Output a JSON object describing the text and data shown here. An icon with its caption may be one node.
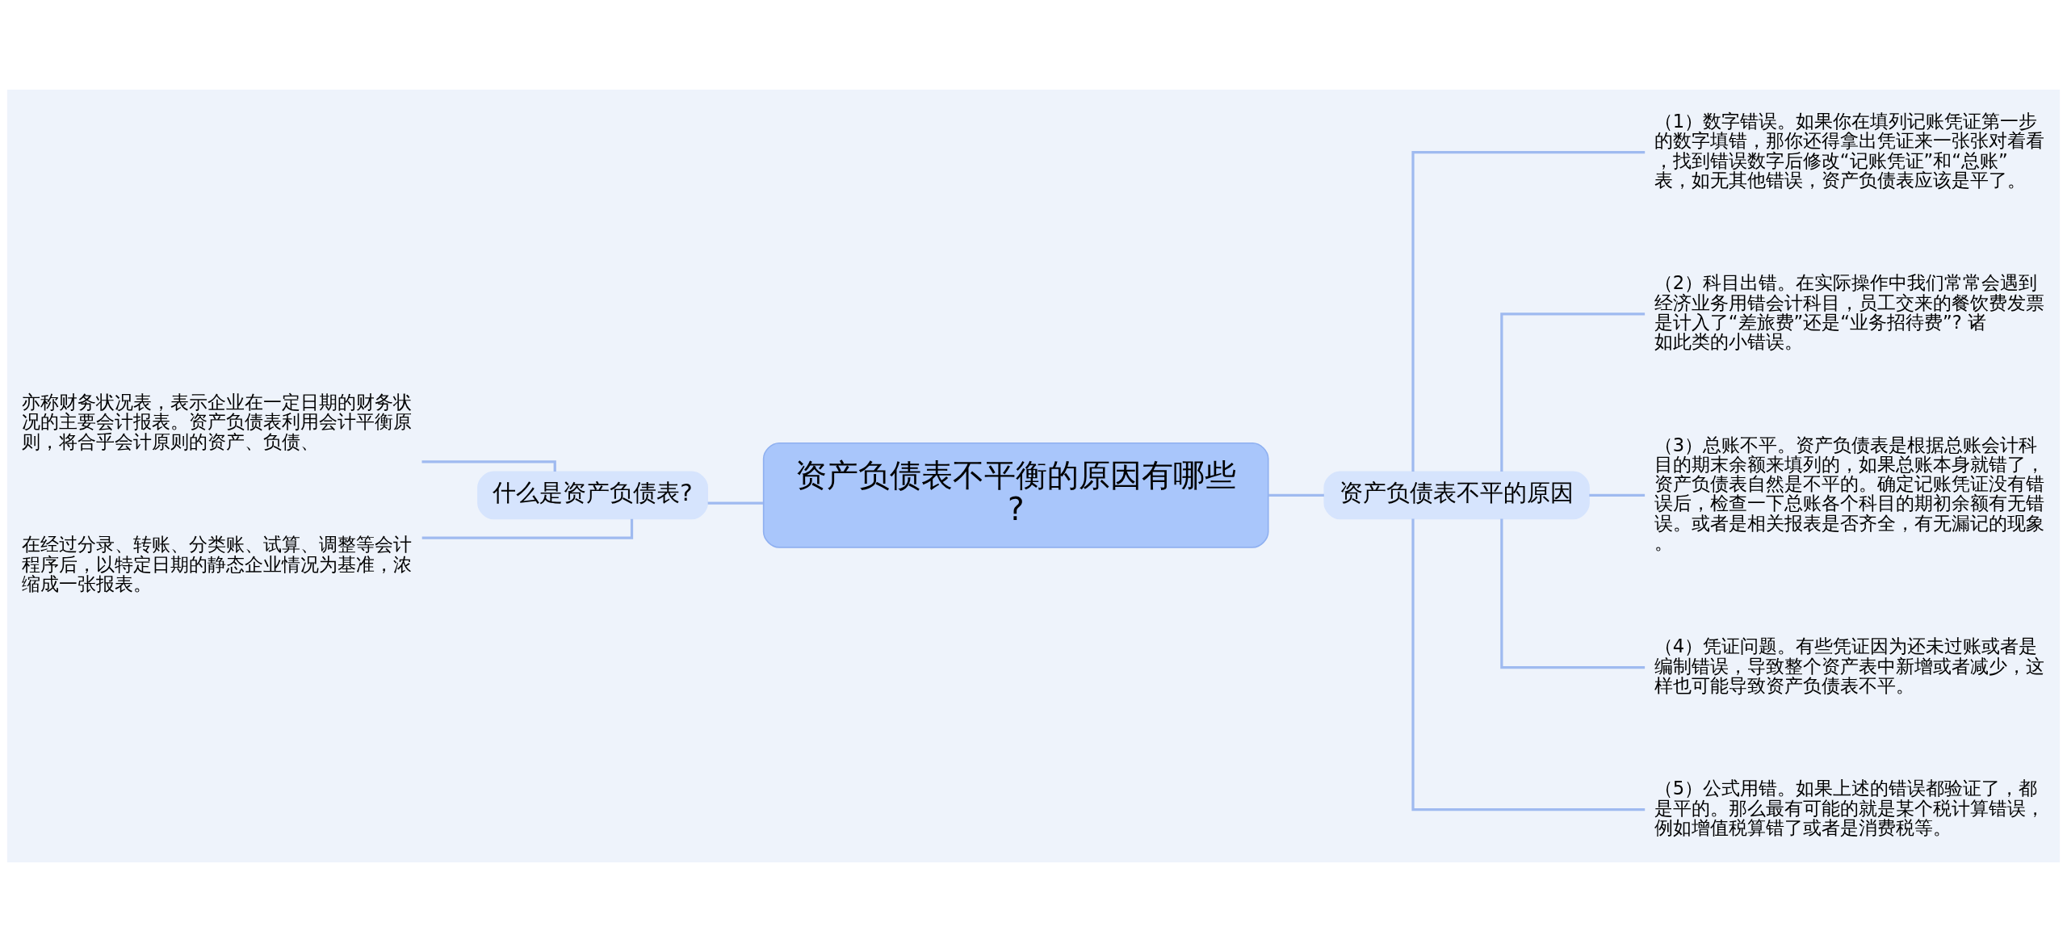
{
  "diagram": {
    "nodes": [
      {
        "text": [
          "资产负债表不平衡的原因有哪些?"
        ]
      },
      {
        "text": [
          "什么是资产负债表?"
        ]
      },
      {
        "text": [
          "亦称财务状况表，表示企业在一定日期的财务状况的主要会计报表。资产负债表利用会计平衡原则，将合乎会计原则的资产、负债、"
        ]
      },
      {
        "text": [
          "在经过分录、转账、分类账、试算、调整等会计程序后，以特定日期的静态企业情况为基准，浓缩成一张报表。"
        ]
      },
      {
        "text": [
          "资产负债表不平的原因"
        ]
      },
      {
        "text": [
          "（1）数字错误。如果你在填列记账凭证第一步的数字填错，那你还得拿出凭证来一张张对着看，找到错误数字后修改“记账凭证”和“总账”表，如无其他错误，资产负债表应该是平了。"
        ]
      },
      {
        "text": [
          "（2）科目出错。在实际操作中我们常常会遇到经济业务用错会计科目，员工交来的餐饮费发票是计入了“差旅费”还是“业务招待费”? 诸如此类的小错误。"
        ]
      },
      {
        "text": [
          "（3）总账不平。资产负债表是根据总账会计科目的期末余额来填列的，如果总账本身就错了，资产负债表自然是不平的。确定记账凭证没有错误后，检查一下总账各个科目的期初余额有无错误。或者是相关报表是否齐全，有无漏记的现象。"
        ]
      },
      {
        "text": [
          "（4）凭证问题。有些凭证因为还未过账或者是编制错误，导致整个资产表中新增或者减少，这样也可能导致资产负债表不平。"
        ]
      },
      {
        "text": [
          "（5）公式用错。如果上述的错误都验证了，都是平的。那么最有可能的就是某个税计算错误，例如增值税算错了或者是消费税等。"
        ]
      }
    ],
    "edges": [
      {
        "from": 0,
        "to": 1,
        "arrow": "none"
      },
      {
        "from": 1,
        "to": 2,
        "arrow": "none"
      },
      {
        "from": 1,
        "to": 3,
        "arrow": "none"
      },
      {
        "from": 0,
        "to": 4,
        "arrow": "none"
      },
      {
        "from": 4,
        "to": 5,
        "arrow": "none"
      },
      {
        "from": 4,
        "to": 6,
        "arrow": "none"
      },
      {
        "from": 4,
        "to": 7,
        "arrow": "none"
      },
      {
        "from": 4,
        "to": 8,
        "arrow": "none"
      },
      {
        "from": 4,
        "to": 9,
        "arrow": "none"
      }
    ]
  }
}
